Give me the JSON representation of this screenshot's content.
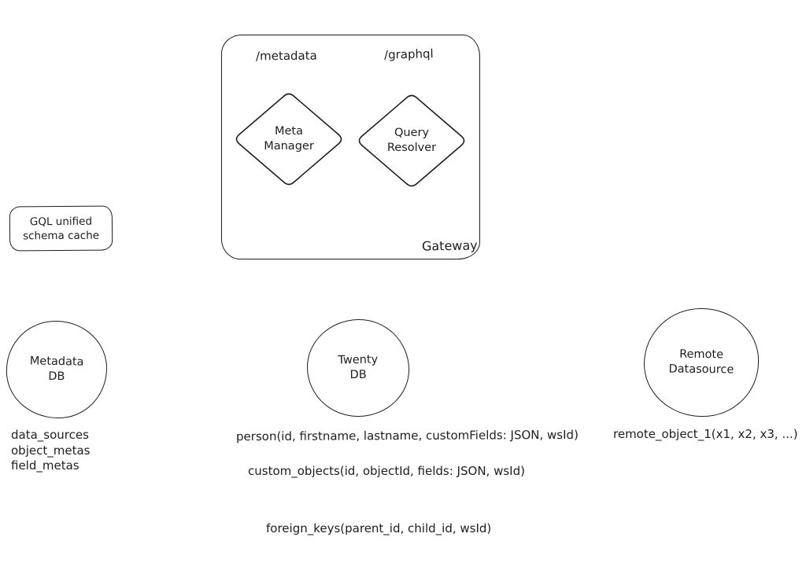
{
  "gateway": {
    "label": "Gateway",
    "route_metadata": "/metadata",
    "route_graphql": "/graphql",
    "meta_manager": "Meta\nManager",
    "query_resolver": "Query\nResolver"
  },
  "cache": {
    "label": "GQL unified\nschema cache"
  },
  "metadata_db": {
    "label": "Metadata\nDB",
    "tables": [
      "data_sources",
      "object_metas",
      "field_metas"
    ]
  },
  "twenty_db": {
    "label": "Twenty\nDB",
    "table_person": "person(id, firstname, lastname, customFields: JSON, wsId)",
    "table_custom_objects": "custom_objects(id, objectId, fields: JSON, wsId)",
    "table_foreign_keys": "foreign_keys(parent_id, child_id, wsId)"
  },
  "remote_datasource": {
    "label": "Remote\nDatasource",
    "table_remote_object": "remote_object_1(x1, x2, x3, ...)"
  },
  "colors": {
    "stroke": "#1e1e1e",
    "background": "#ffffff"
  }
}
